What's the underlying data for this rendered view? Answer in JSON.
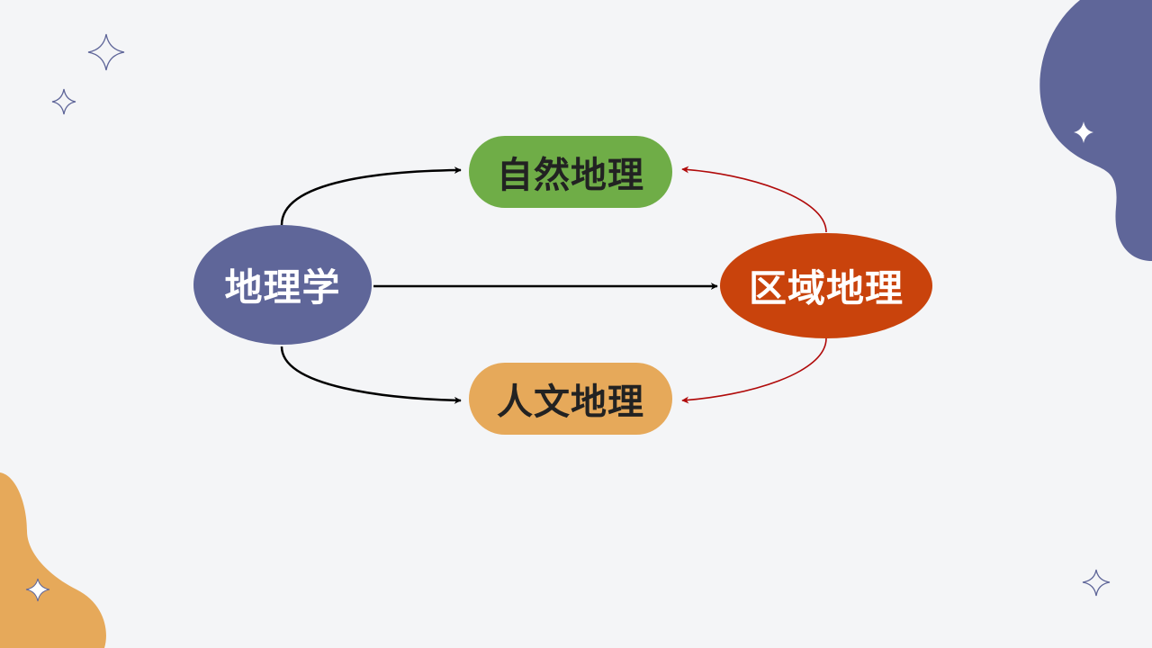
{
  "colors": {
    "background": "#f4f5f7",
    "primary": "#5f6699",
    "physical": "#6fad47",
    "human": "#e6a95a",
    "regional": "#c9430c",
    "arrow_black": "#000000",
    "arrow_red": "#b00a0a",
    "text_dark": "#222222",
    "text_light": "#ffffff"
  },
  "diagram": {
    "nodes": {
      "main": "地理学",
      "physical": "自然地理",
      "human": "人文地理",
      "regional": "区域地理"
    },
    "edges": [
      {
        "from": "main",
        "to": "physical",
        "color": "black"
      },
      {
        "from": "main",
        "to": "regional",
        "color": "black"
      },
      {
        "from": "main",
        "to": "human",
        "color": "black"
      },
      {
        "from": "regional",
        "to": "physical",
        "color": "red"
      },
      {
        "from": "regional",
        "to": "human",
        "color": "red"
      }
    ]
  },
  "decor": {
    "blobs": [
      "purple-blob",
      "orange-blob"
    ],
    "sparkles": [
      "sparkle-icon",
      "sparkle-icon",
      "sparkle-icon",
      "sparkle-icon",
      "sparkle-icon"
    ]
  }
}
